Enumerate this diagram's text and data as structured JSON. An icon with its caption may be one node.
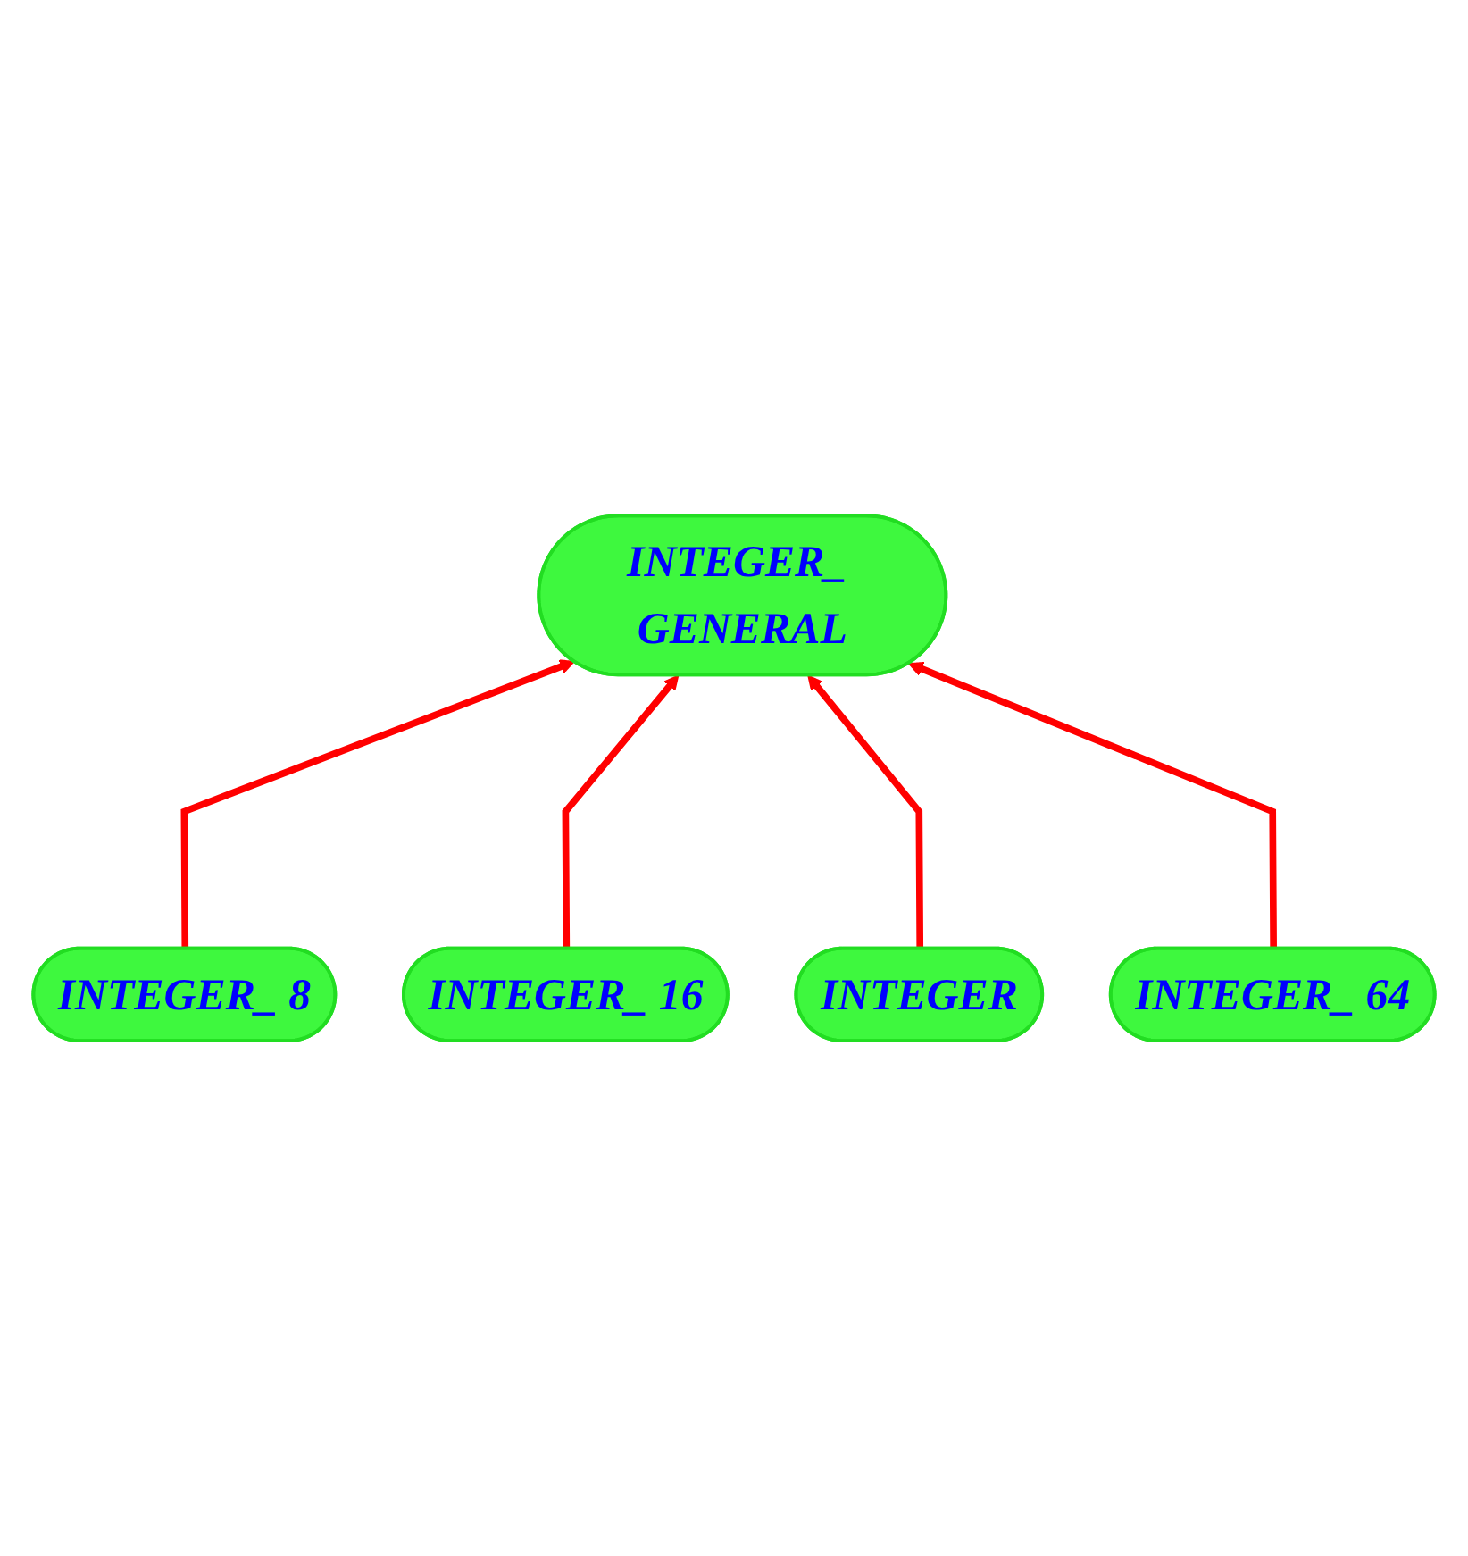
{
  "diagram": {
    "nodes": [
      {
        "text": [
          "INTEGER_ GENERAL"
        ]
      },
      {
        "text": [
          "INTEGER_ 8"
        ]
      },
      {
        "text": [
          "INTEGER_ 16"
        ]
      },
      {
        "text": [
          "INTEGER"
        ]
      },
      {
        "text": [
          "INTEGER_ 64"
        ]
      }
    ],
    "edges": [
      {
        "from": 1,
        "to": 0,
        "arrow": "to"
      },
      {
        "from": 2,
        "to": 0,
        "arrow": "to"
      },
      {
        "from": 3,
        "to": 0,
        "arrow": "to"
      },
      {
        "from": 4,
        "to": 0,
        "arrow": "to"
      }
    ]
  }
}
